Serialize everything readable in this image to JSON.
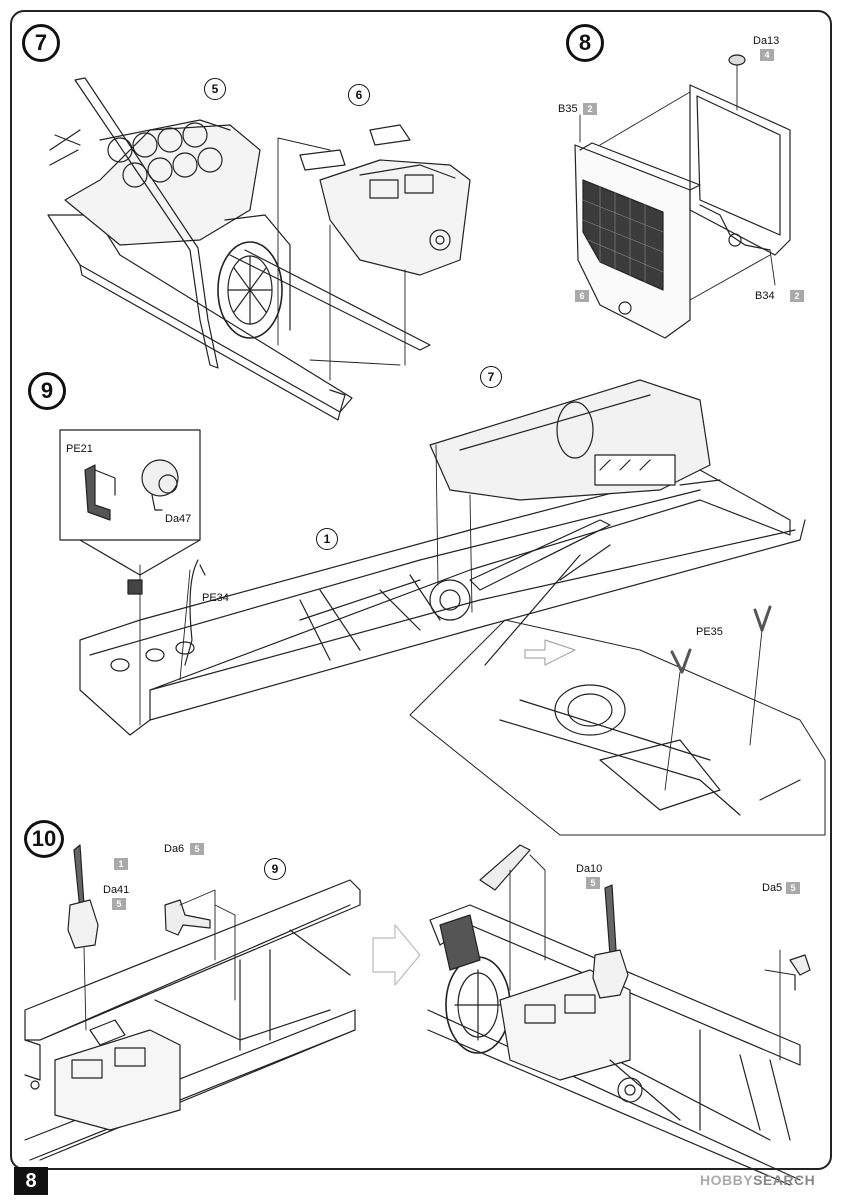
{
  "steps": {
    "s7": "7",
    "s8": "8",
    "s9": "9",
    "s10": "10"
  },
  "refs": {
    "r5": "5",
    "r6": "6",
    "r7": "7",
    "r1": "1",
    "r9": "9"
  },
  "labels": {
    "da13": "Da13",
    "b35": "B35",
    "b34": "B34",
    "pe21": "PE21",
    "da47": "Da47",
    "pe34": "PE34",
    "pe35": "PE35",
    "da6": "Da6",
    "da41": "Da41",
    "da10": "Da10",
    "da5": "Da5"
  },
  "badges": {
    "da13": "4",
    "b35": "2",
    "b34": "2",
    "grille": "6",
    "step10_lever": "1",
    "da6": "5",
    "da41": "5",
    "da10": "5",
    "da5": "5"
  },
  "page_number": "8",
  "watermark": {
    "prefix": "HOBBY",
    "suffix": "SEARCH"
  }
}
